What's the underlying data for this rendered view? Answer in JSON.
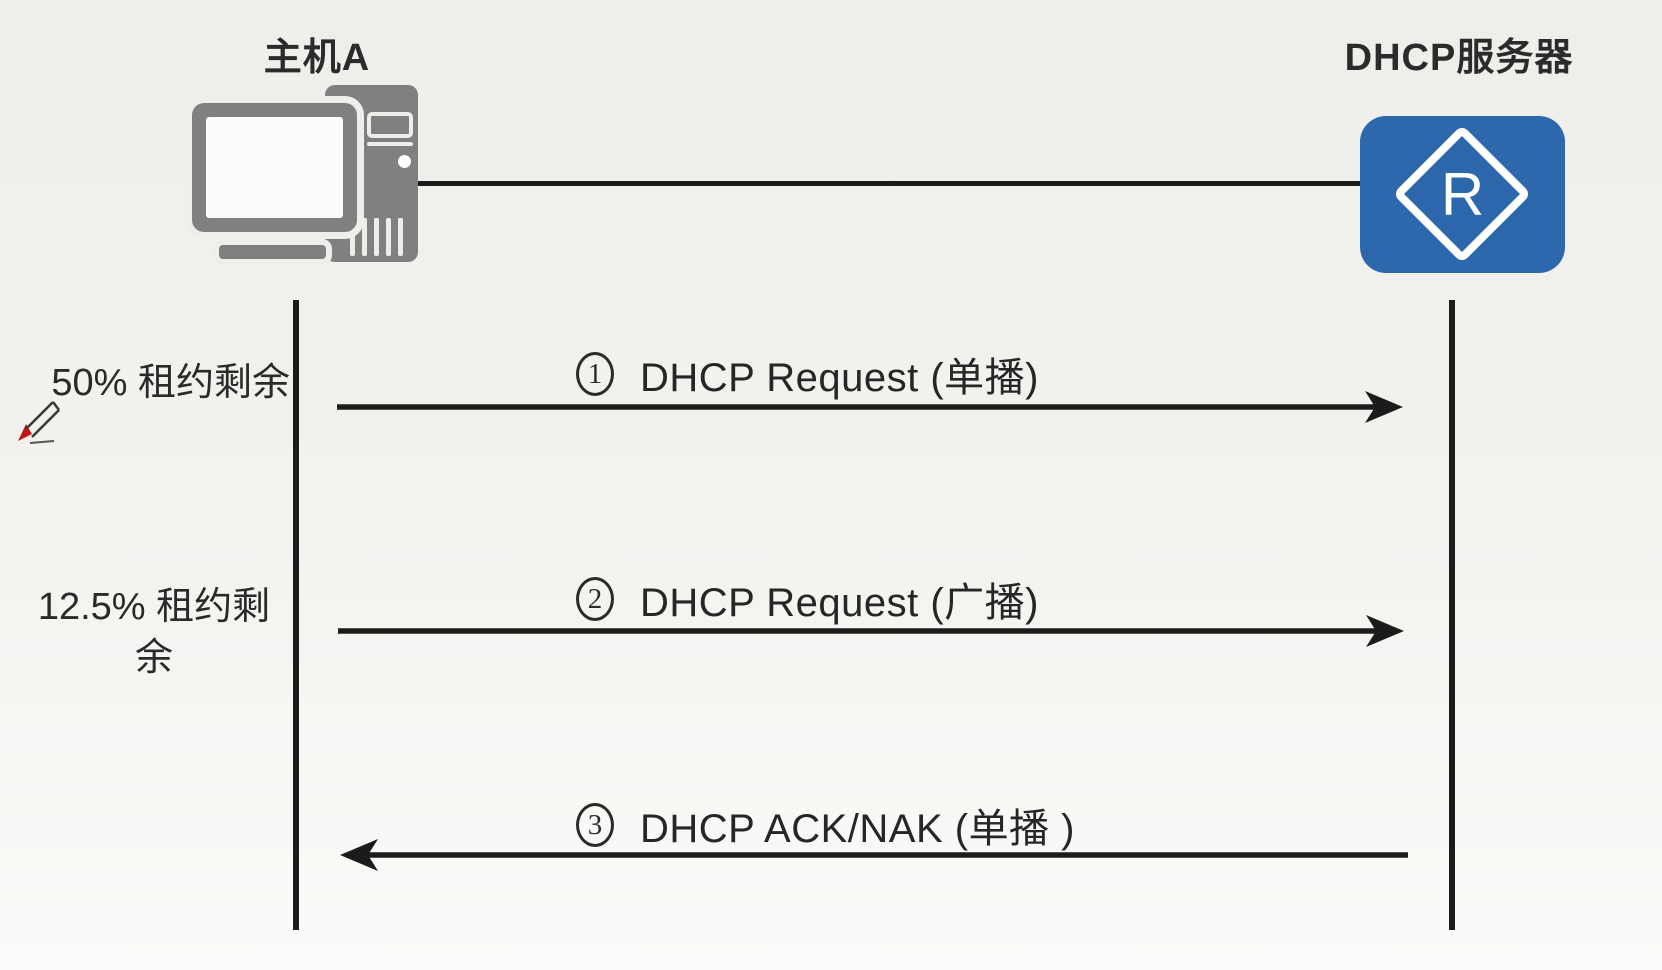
{
  "diagram": {
    "host": {
      "title": "主机A"
    },
    "server": {
      "title": "DHCP服务器",
      "router_letter": "R"
    },
    "messages": [
      {
        "step": "1",
        "label": "DHCP Request (单播)",
        "direction": "left-to-right"
      },
      {
        "step": "2",
        "label": "DHCP Request (广播)",
        "direction": "left-to-right"
      },
      {
        "step": "3",
        "label": "DHCP ACK/NAK (单播 )",
        "direction": "right-to-left"
      }
    ],
    "annotations": [
      {
        "text": "50% 租约剩余",
        "lines": [
          "50% 租约剩余"
        ]
      },
      {
        "text": "12.5% 租约剩余",
        "lines": [
          "12.5% 租约剩",
          "余"
        ]
      }
    ],
    "colors": {
      "router_blue": "#2d68ad",
      "device_gray": "#7f8080",
      "line_black": "#1b1b1b",
      "pencil_red": "#c21717",
      "background": "#f1efec"
    }
  }
}
